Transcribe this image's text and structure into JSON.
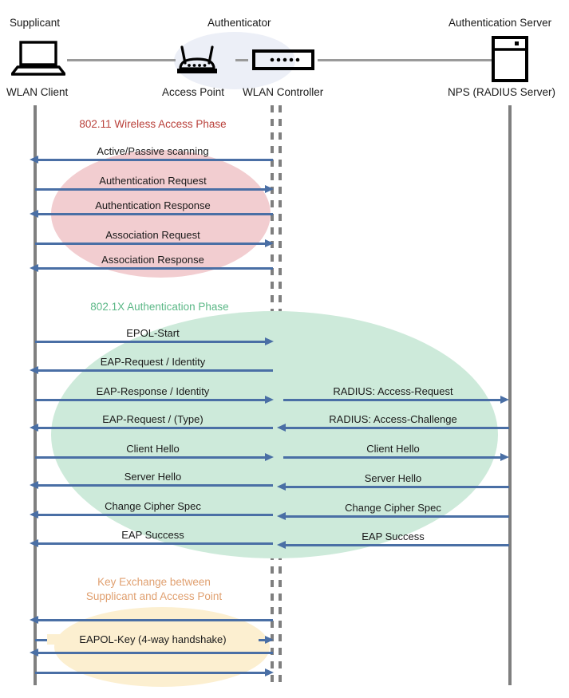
{
  "nodes": [
    {
      "role": "Supplicant",
      "device": "WLAN Client",
      "icon": "laptop-icon"
    },
    {
      "role": "Authenticator",
      "device": "Access Point",
      "icon": "access-point-icon"
    },
    {
      "role": "",
      "device": "WLAN Controller",
      "icon": "wlan-controller-icon"
    },
    {
      "role": "Authentication Server",
      "device": "NPS (RADIUS Server)",
      "icon": "server-icon"
    }
  ],
  "phases": [
    {
      "id": "wireless-access",
      "title": "802.11 Wireless Access Phase",
      "color": "#b9403a",
      "blob_color": "#f2cdd0",
      "messages": [
        {
          "label": "Active/Passive scanning",
          "direction": "left",
          "segment": "left"
        },
        {
          "label": "Authentication Request",
          "direction": "right",
          "segment": "left"
        },
        {
          "label": "Authentication Response",
          "direction": "left",
          "segment": "left"
        },
        {
          "label": "Association Request",
          "direction": "right",
          "segment": "left"
        },
        {
          "label": "Association Response",
          "direction": "left",
          "segment": "left"
        }
      ]
    },
    {
      "id": "dot1x-authentication",
      "title": "802.1X Authentication Phase",
      "color": "#5cb887",
      "blob_color": "#cdeada",
      "messages": [
        {
          "label": "EPOL-Start",
          "direction": "right",
          "segment": "left"
        },
        {
          "label": "EAP-Request / Identity",
          "direction": "left",
          "segment": "left"
        },
        {
          "label": "EAP-Response / Identity",
          "direction": "right",
          "segment": "left",
          "right_label": "RADIUS: Access-Request",
          "right_direction": "right"
        },
        {
          "label": "EAP-Request / (Type)",
          "direction": "left",
          "segment": "left",
          "right_label": "RADIUS: Access-Challenge",
          "right_direction": "left"
        },
        {
          "label": "Client Hello",
          "direction": "right",
          "segment": "left",
          "right_label": "Client Hello",
          "right_direction": "right"
        },
        {
          "label": "Server Hello",
          "direction": "left",
          "segment": "left",
          "right_label": "Server Hello",
          "right_direction": "left"
        },
        {
          "label": "Change Cipher Spec",
          "direction": "left",
          "segment": "left",
          "right_label": "Change Cipher Spec",
          "right_direction": "left"
        },
        {
          "label": "EAP Success",
          "direction": "left",
          "segment": "left",
          "right_label": "EAP Success",
          "right_direction": "left"
        }
      ]
    },
    {
      "id": "key-exchange",
      "title": "Key Exchange between\nSupplicant and Access Point",
      "color": "#e0a070",
      "blob_color": "#fcefd0",
      "center_label": "EAPOL-Key (4-way handshake)",
      "messages": [
        {
          "label": "",
          "direction": "left",
          "segment": "left"
        },
        {
          "label": "",
          "direction": "right",
          "segment": "left"
        },
        {
          "label": "",
          "direction": "left",
          "segment": "left"
        },
        {
          "label": "",
          "direction": "right",
          "segment": "left"
        }
      ]
    }
  ]
}
